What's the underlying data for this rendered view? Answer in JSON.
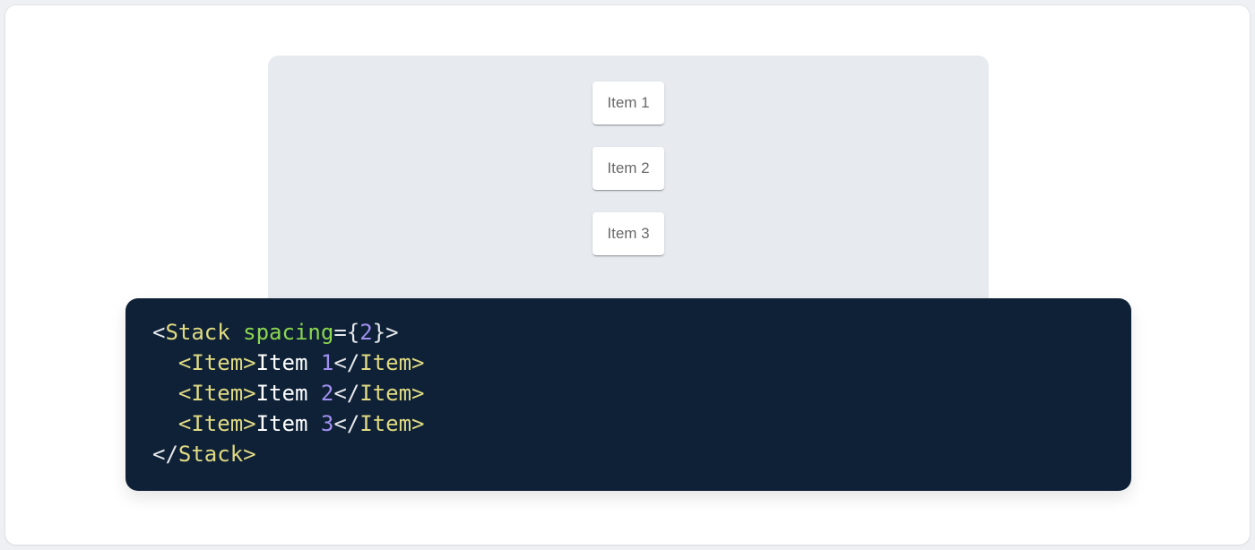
{
  "page": {
    "background_color": "#ffffff",
    "backdrop_color": "#eef0f3"
  },
  "demo": {
    "panel_color": "#e7ebf0",
    "item_card_color": "#ffffff",
    "item_text_color": "#666666",
    "items": [
      {
        "label": "Item 1"
      },
      {
        "label": "Item 2"
      },
      {
        "label": "Item 3"
      }
    ]
  },
  "code": {
    "background_color": "#0f2137",
    "source": "<Stack spacing={2}>\n  <Item>Item 1</Item>\n  <Item>Item 2</Item>\n  <Item>Item 3</Item>\n</Stack>",
    "token_colors": {
      "tag": "#e0da82",
      "attr_name": "#8bd74f",
      "number": "#a090f0",
      "punctuation": "#e6e8eb",
      "text": "#ffffff"
    },
    "lines": [
      [
        {
          "t": "<",
          "c": "punct"
        },
        {
          "t": "Stack",
          "c": "tag"
        },
        {
          "t": " ",
          "c": "plain"
        },
        {
          "t": "spacing",
          "c": "attr"
        },
        {
          "t": "={",
          "c": "punct"
        },
        {
          "t": "2",
          "c": "num"
        },
        {
          "t": "}>",
          "c": "punct"
        }
      ],
      [
        {
          "t": "  ",
          "c": "plain"
        },
        {
          "t": "<Item>",
          "c": "tag"
        },
        {
          "t": "Item ",
          "c": "plain"
        },
        {
          "t": "1",
          "c": "num"
        },
        {
          "t": "</",
          "c": "punct"
        },
        {
          "t": "Item>",
          "c": "tag"
        }
      ],
      [
        {
          "t": "  ",
          "c": "plain"
        },
        {
          "t": "<Item>",
          "c": "tag"
        },
        {
          "t": "Item ",
          "c": "plain"
        },
        {
          "t": "2",
          "c": "num"
        },
        {
          "t": "</",
          "c": "punct"
        },
        {
          "t": "Item>",
          "c": "tag"
        }
      ],
      [
        {
          "t": "  ",
          "c": "plain"
        },
        {
          "t": "<Item>",
          "c": "tag"
        },
        {
          "t": "Item ",
          "c": "plain"
        },
        {
          "t": "3",
          "c": "num"
        },
        {
          "t": "</",
          "c": "punct"
        },
        {
          "t": "Item>",
          "c": "tag"
        }
      ],
      [
        {
          "t": "</",
          "c": "punct"
        },
        {
          "t": "Stack>",
          "c": "tag"
        }
      ]
    ]
  }
}
